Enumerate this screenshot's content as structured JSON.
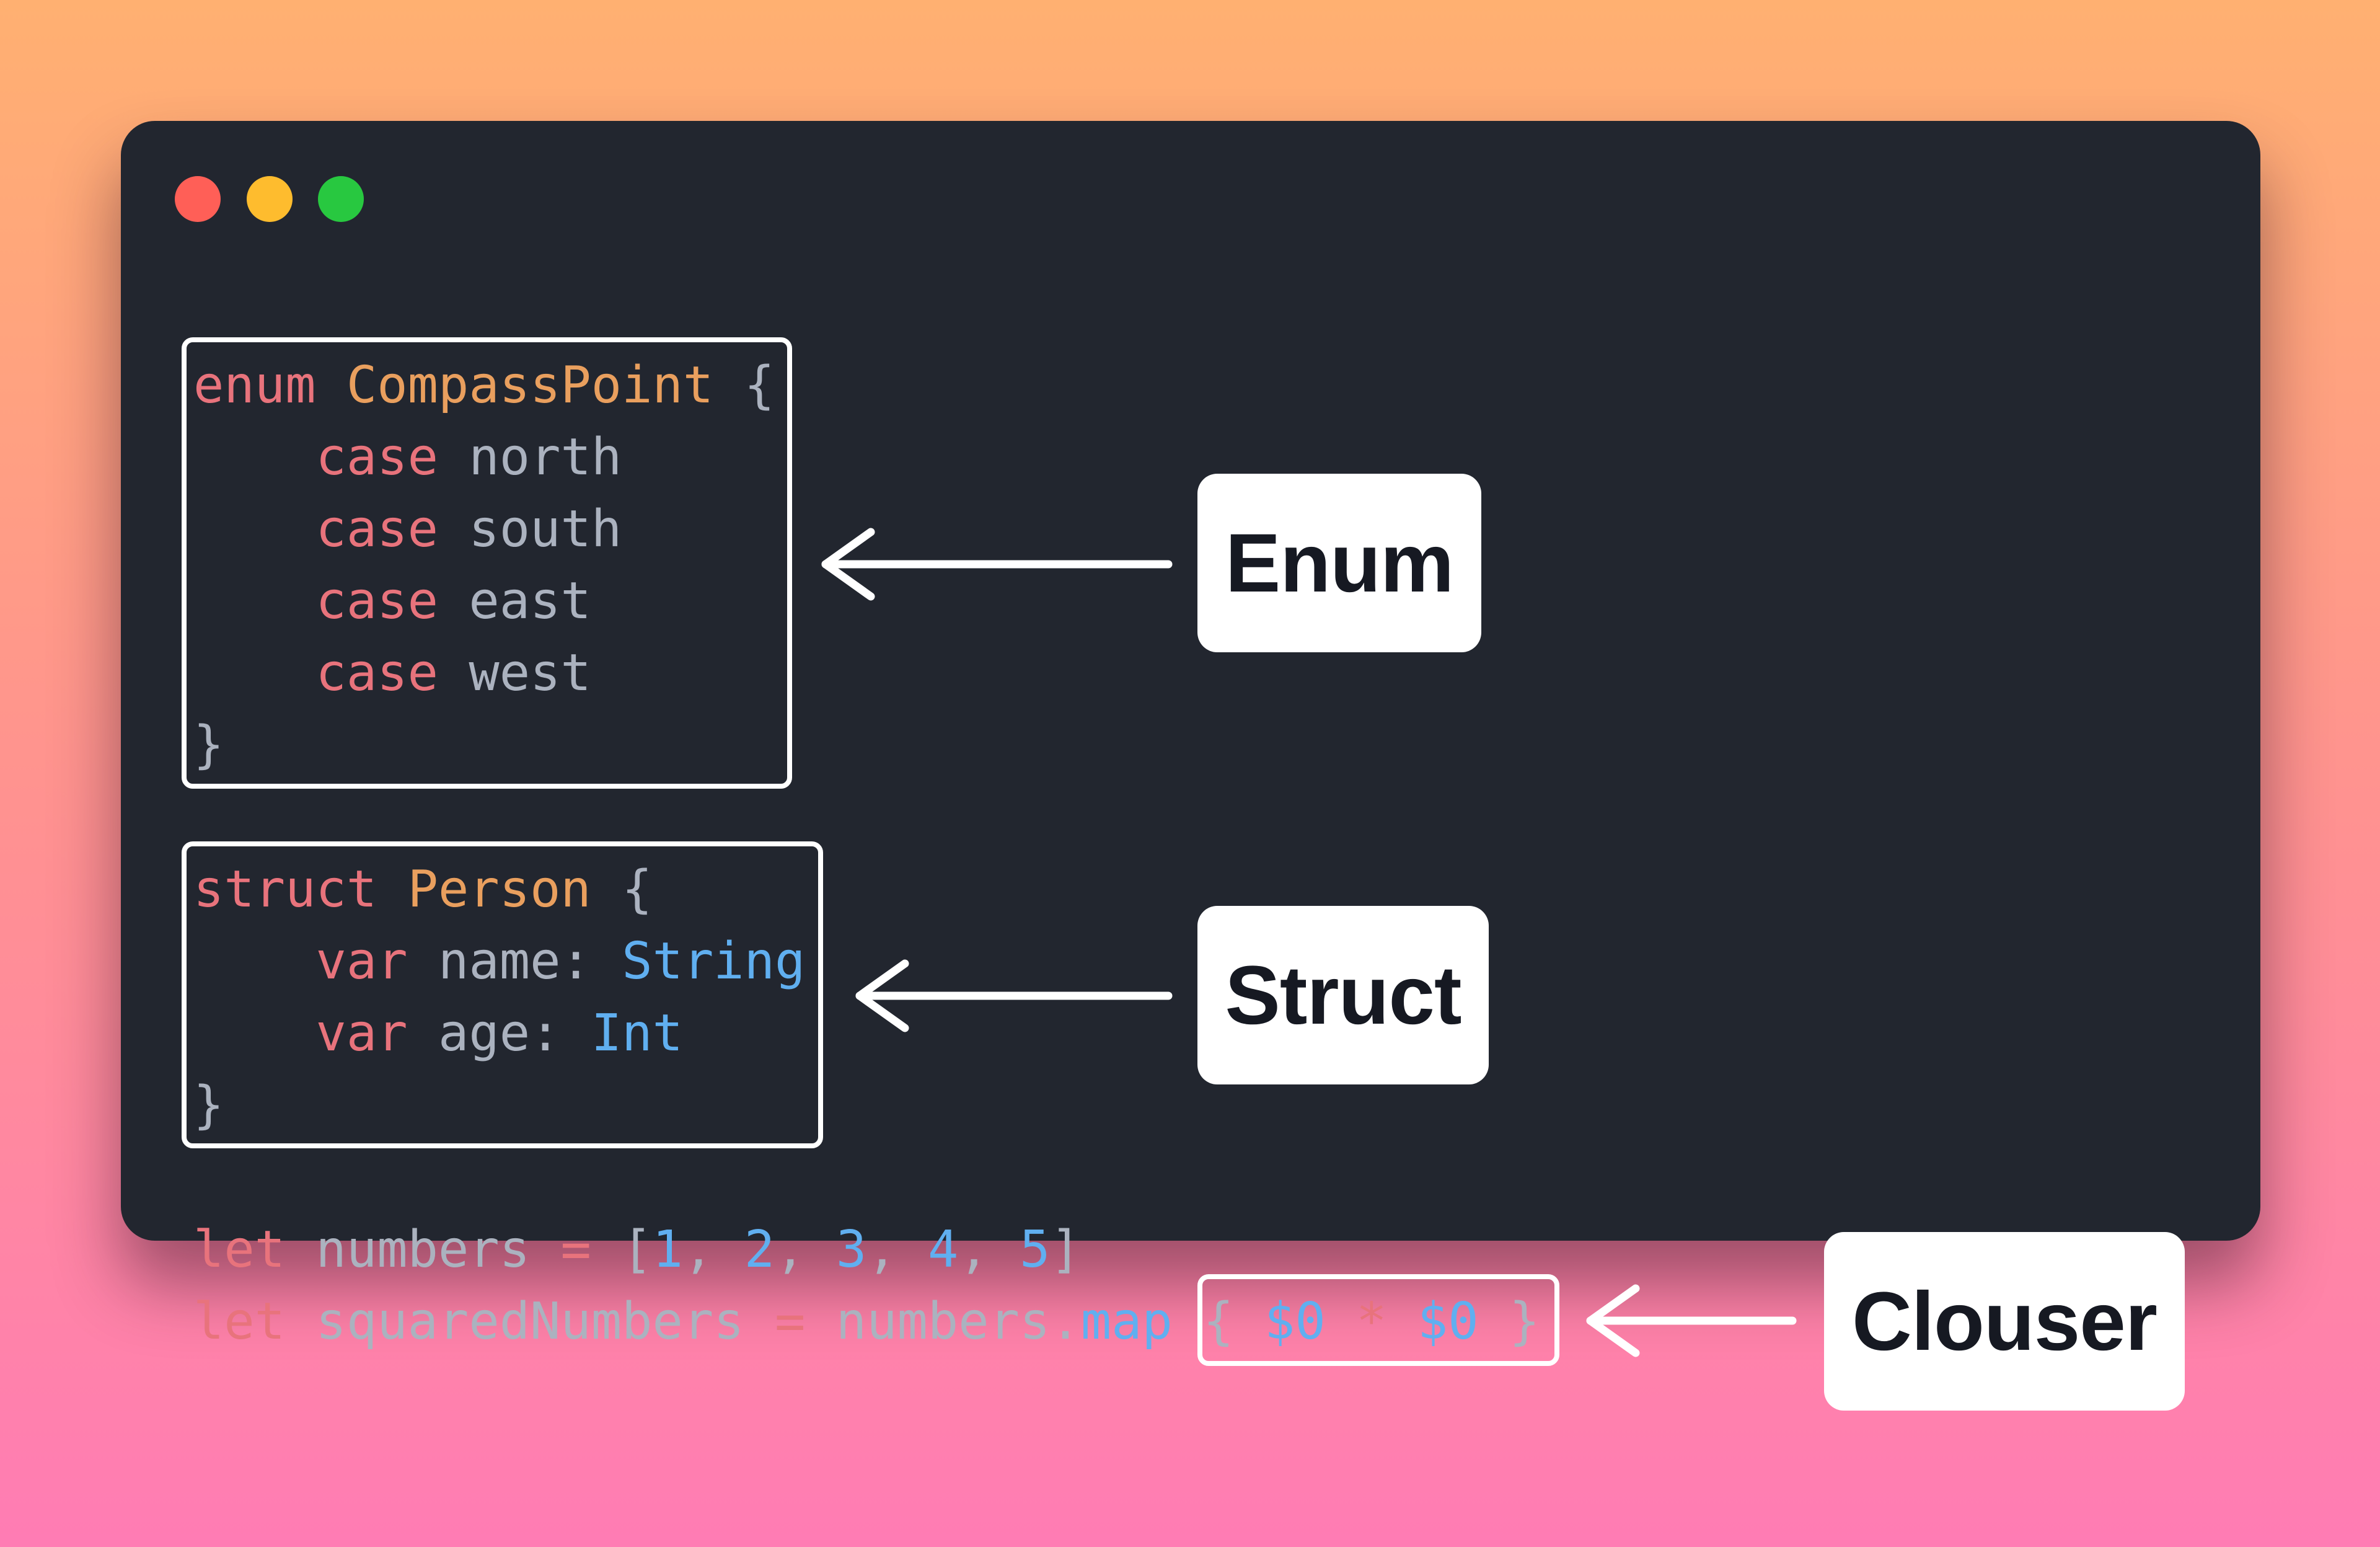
{
  "window": {
    "controls": {
      "close_color": "#ff5f57",
      "minimize_color": "#febc2e",
      "zoom_color": "#28c840"
    }
  },
  "code": {
    "enum_block": {
      "kw_enum": "enum",
      "type_name": "CompassPoint",
      "open_brace": "{",
      "cases": [
        {
          "keyword": "case",
          "name": "north"
        },
        {
          "keyword": "case",
          "name": "south"
        },
        {
          "keyword": "case",
          "name": "east"
        },
        {
          "keyword": "case",
          "name": "west"
        }
      ],
      "close_brace": "}"
    },
    "struct_block": {
      "kw_struct": "struct",
      "type_name": "Person",
      "open_brace": "{",
      "properties": [
        {
          "keyword": "var",
          "name": "name",
          "colon": ":",
          "type": "String"
        },
        {
          "keyword": "var",
          "name": "age",
          "colon": ":",
          "type": "Int"
        }
      ],
      "close_brace": "}"
    },
    "let_lines": {
      "line1": {
        "kw": "let",
        "name": "numbers",
        "eq": "=",
        "open_bracket": "[",
        "values": [
          "1",
          "2",
          "3",
          "4",
          "5"
        ],
        "comma": ",",
        "close_bracket": "]"
      },
      "line2": {
        "kw": "let",
        "name": "squaredNumbers",
        "eq": "=",
        "receiver": "numbers",
        "dot": ".",
        "method": "map",
        "closure": {
          "open": "{",
          "arg1": "$0",
          "op": "*",
          "arg2": "$0",
          "close": "}"
        }
      }
    }
  },
  "annotations": {
    "enum_label": "Enum",
    "struct_label": "Struct",
    "closure_label": "Clouser"
  },
  "colors": {
    "keyword": "#e8737c",
    "type_name": "#e99f5e",
    "builtin_type": "#60aff0",
    "plain": "#abb2bf",
    "window_bg": "#22262f"
  }
}
